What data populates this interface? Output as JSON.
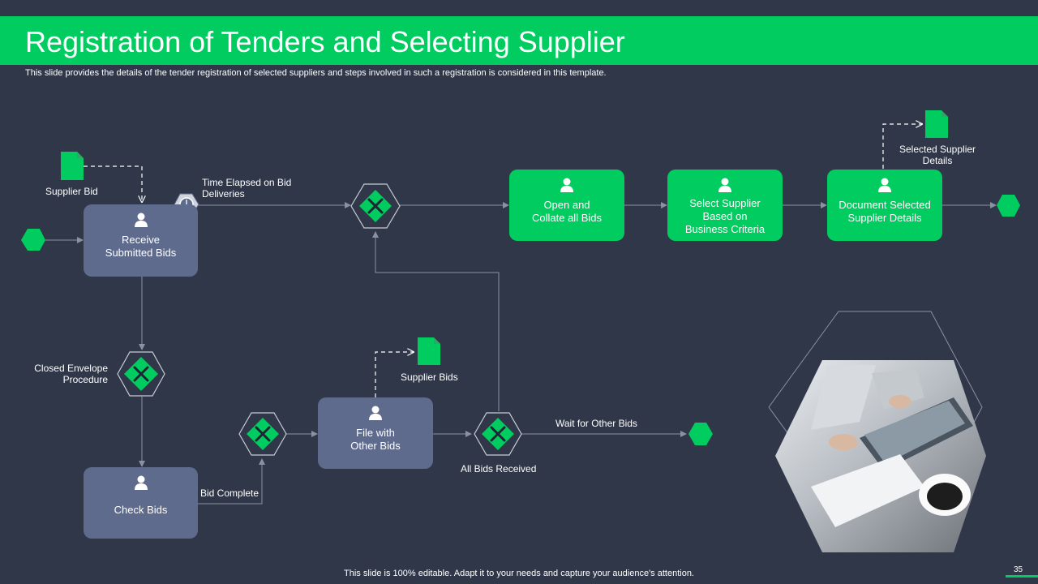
{
  "header": {
    "title": "Registration of Tenders and Selecting Supplier",
    "subtitle": "This slide provides the details of the tender registration of selected suppliers and steps involved in such a registration is considered in this template."
  },
  "colors": {
    "background": "#2f3749",
    "accent": "#00cc5f",
    "task_gray": "#5e6b8c",
    "connector": "#8a91a3"
  },
  "tasks": {
    "receive": "Receive\nSubmitted Bids",
    "check": "Check Bids",
    "file": "File with\nOther Bids",
    "open": "Open and\nCollate all Bids",
    "select": "Select Supplier\nBased on\nBusiness Criteria",
    "document": "Document Selected\nSupplier Details"
  },
  "labels": {
    "supplier_bid": "Supplier Bid",
    "time_elapsed": "Time Elapsed on Bid\nDeliveries",
    "closed_envelope": "Closed Envelope\nProcedure",
    "bid_complete": "Bid Complete",
    "supplier_bids": "Supplier Bids",
    "all_bids_received": "All Bids Received",
    "wait_for_other_bids": "Wait for Other Bids",
    "selected_supplier_details": "Selected Supplier\nDetails"
  },
  "icons": {
    "person": "person-icon",
    "document": "document-icon",
    "gateway": "exclusive-gateway-icon",
    "timer": "timer-icon",
    "event": "hexagon-event-icon",
    "photo": "business-meeting-photo"
  },
  "footer": {
    "note": "This slide is 100% editable. Adapt it to your needs and capture your audience's attention.",
    "page_number": "35"
  }
}
